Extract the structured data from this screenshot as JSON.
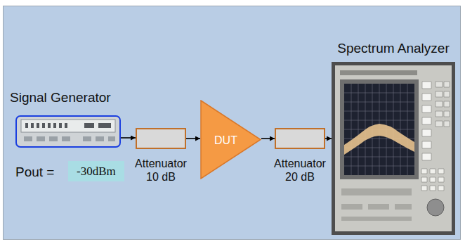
{
  "diagram": {
    "nodes": [
      {
        "text": [
          "Signal Generator"
        ]
      },
      {
        "text": [
          "Attenuator 10 dB"
        ]
      },
      {
        "text": [
          "DUT"
        ]
      },
      {
        "text": [
          "Attenuator 20 dB"
        ]
      },
      {
        "text": [
          "Spectrum Analyzer"
        ]
      }
    ],
    "edges": [
      {
        "from": 0,
        "to": 1,
        "arrow": "to"
      },
      {
        "from": 1,
        "to": 2,
        "arrow": "to"
      },
      {
        "from": 2,
        "to": 3,
        "arrow": "to"
      },
      {
        "from": 3,
        "to": 4,
        "arrow": "to"
      }
    ],
    "labels": [
      "Pout =",
      "-30dBm"
    ]
  }
}
